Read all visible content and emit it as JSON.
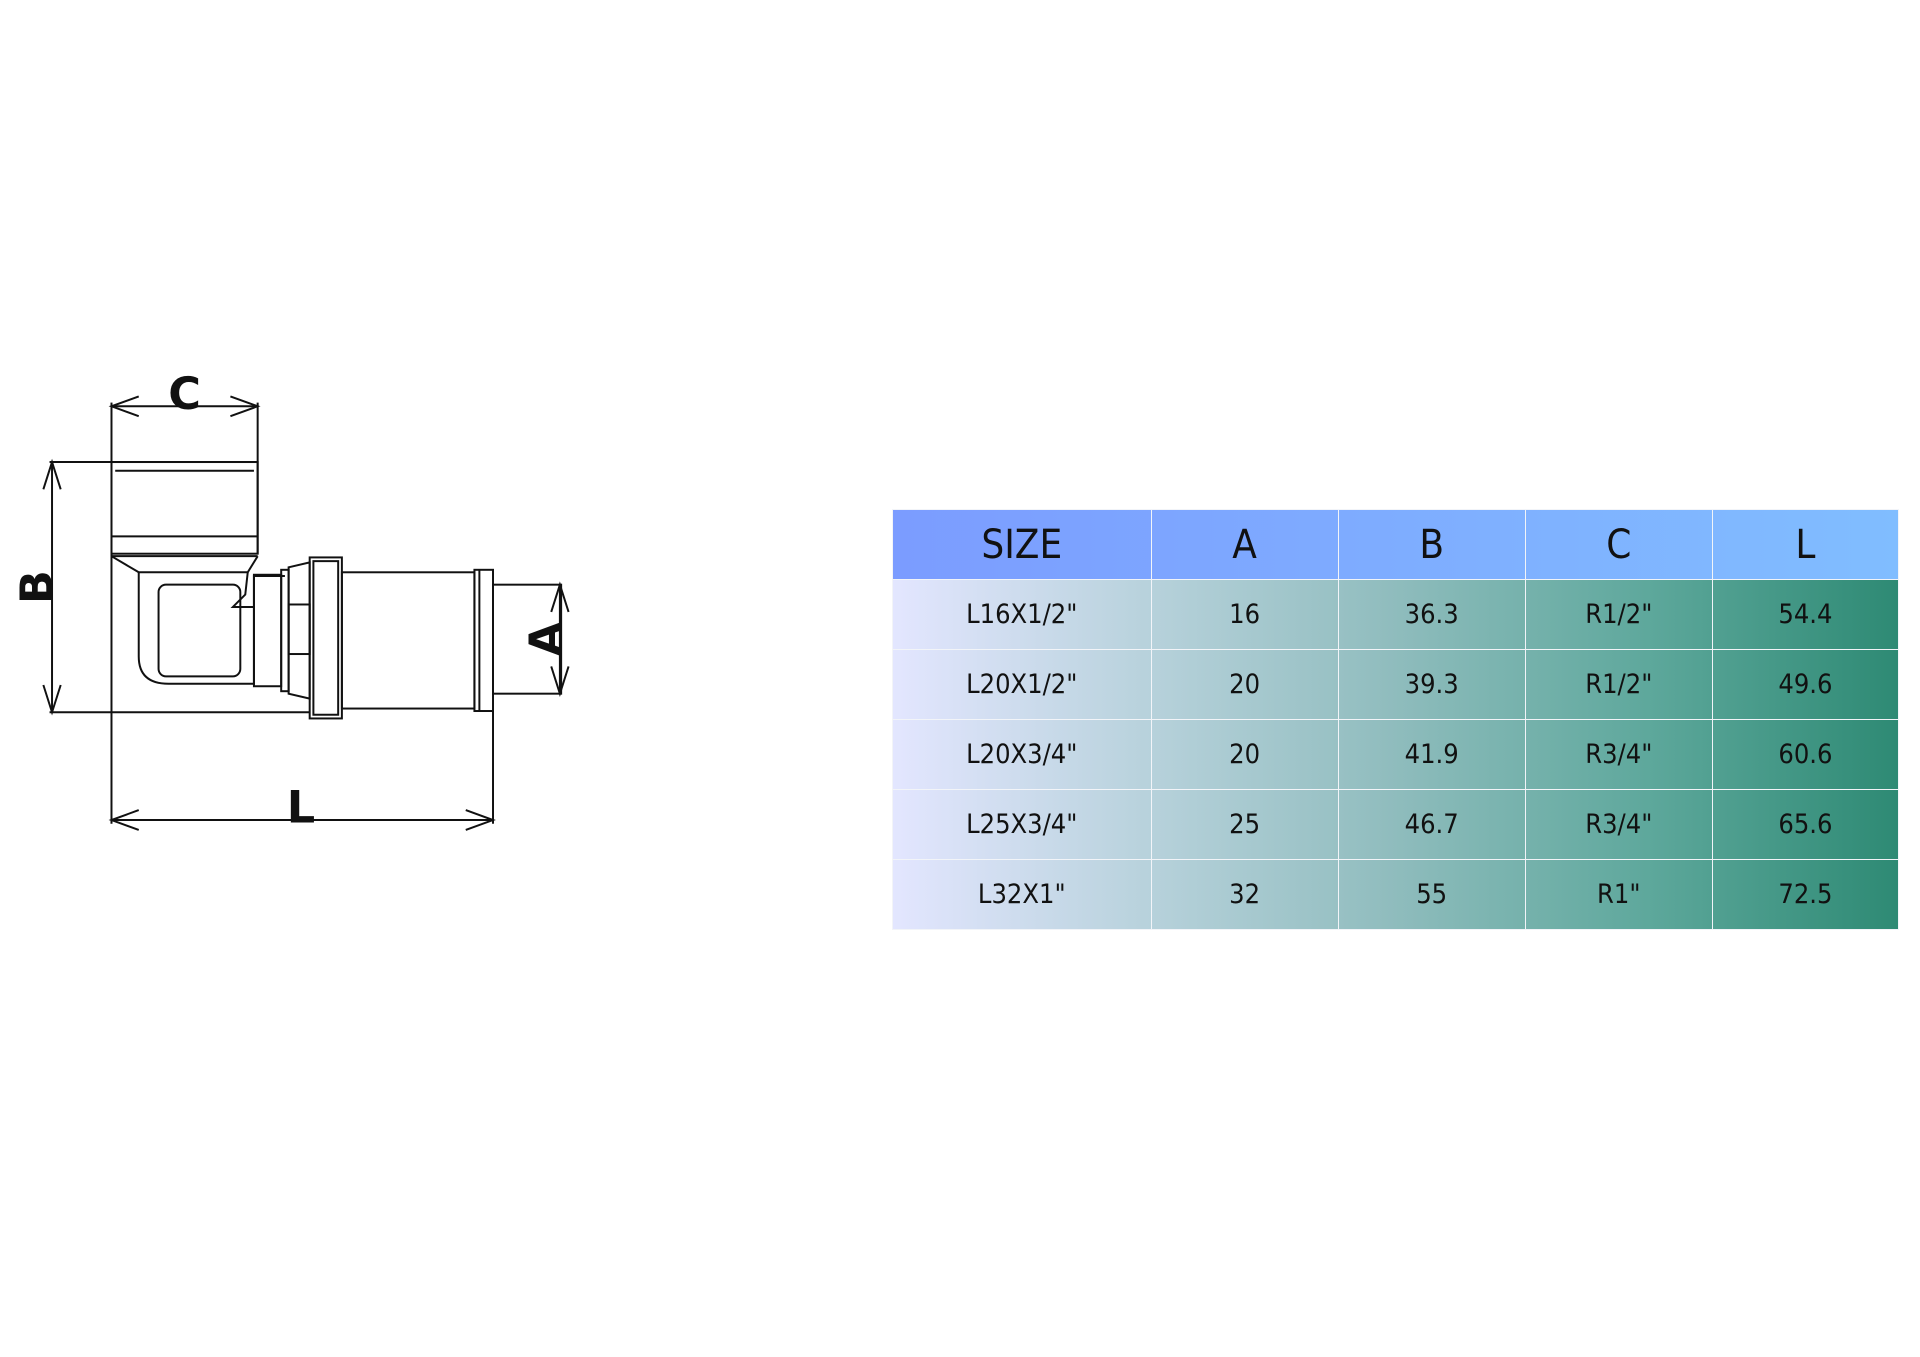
{
  "drawing": {
    "dimension_labels": {
      "a": "A",
      "b": "B",
      "c": "C",
      "l": "L"
    }
  },
  "table": {
    "headers": [
      "SIZE",
      "A",
      "B",
      "C",
      "L"
    ],
    "rows": [
      [
        "L16X1/2\"",
        "16",
        "36.3",
        "R1/2\"",
        "54.4"
      ],
      [
        "L20X1/2\"",
        "20",
        "39.3",
        "R1/2\"",
        "49.6"
      ],
      [
        "L20X3/4\"",
        "20",
        "41.9",
        "R3/4\"",
        "60.6"
      ],
      [
        "L25X3/4\"",
        "25",
        "46.7",
        "R3/4\"",
        "65.6"
      ],
      [
        "L32X1\"",
        "32",
        "55",
        "R1\"",
        "72.5"
      ]
    ],
    "colors": {
      "header_start": "#7b9cff",
      "header_end": "#80bdff",
      "body_start": "#e3e6ff",
      "body_end": "#2e8a74"
    }
  }
}
